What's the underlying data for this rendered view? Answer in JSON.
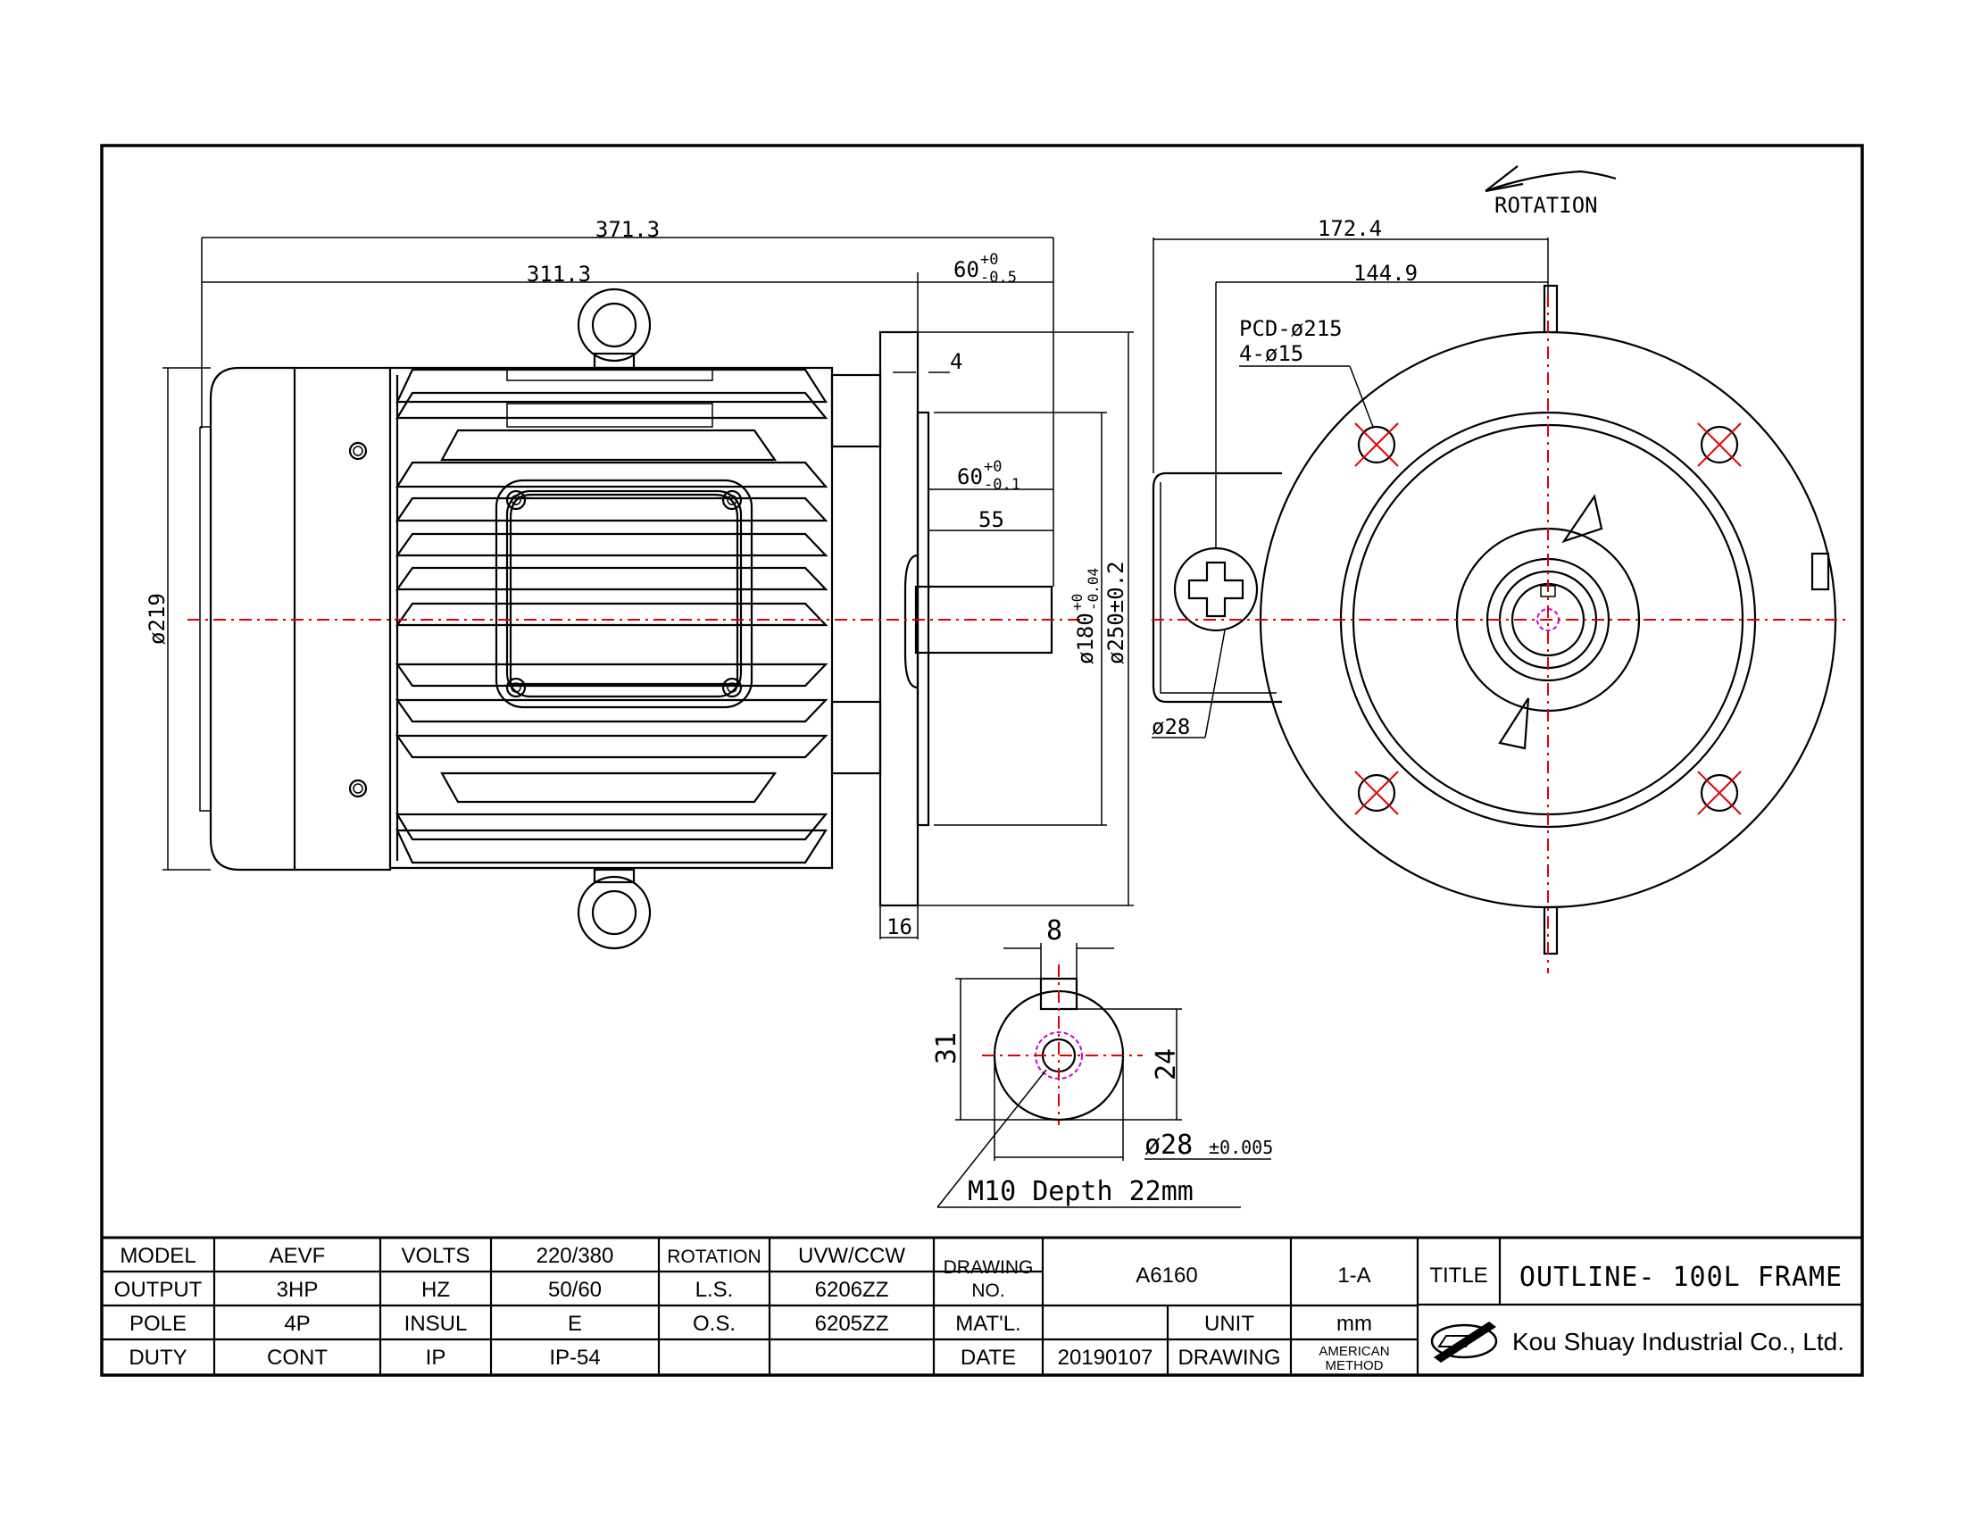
{
  "dimensions": {
    "overall_length": "371.3",
    "body_length": "311.3",
    "shaft_length_top": "60",
    "shaft_tol_top_plus": "+0",
    "shaft_tol_top_minus": "-0.5",
    "flange_thickness_small": "4",
    "shaft_length_mid": "60",
    "shaft_tol_mid_plus": "+0",
    "shaft_tol_mid_minus": "-0.1",
    "key_length": "55",
    "body_diameter": "ø219",
    "spigot_diameter": "ø180",
    "spigot_tol_plus": "+0",
    "spigot_tol_minus": "-0.04",
    "flange_diameter": "ø250±0.2",
    "flange_thickness": "16",
    "side_width": "172.4",
    "side_inner_width": "144.9",
    "pcd": "PCD-ø215",
    "holes": "4-ø15",
    "conduit_diameter": "ø28",
    "rotation_label": "ROTATION",
    "key_width": "8",
    "shaft_height": "31",
    "key_depth": "24",
    "shaft_diameter": "ø28",
    "shaft_diameter_tol": "±0.005",
    "tapped_hole": "M10 Depth 22mm"
  },
  "title_block": {
    "model_label": "MODEL",
    "model_value": "AEVF",
    "output_label": "OUTPUT",
    "output_value": "3HP",
    "pole_label": "POLE",
    "pole_value": "4P",
    "duty_label": "DUTY",
    "duty_value": "CONT",
    "volts_label": "VOLTS",
    "volts_value": "220/380",
    "hz_label": "HZ",
    "hz_value": "50/60",
    "insul_label": "INSUL",
    "insul_value": "E",
    "ip_label": "IP",
    "ip_value": "IP-54",
    "rotation_label": "ROTATION",
    "rotation_value": "UVW/CCW",
    "ls_label": "L.S.",
    "ls_value": "6206ZZ",
    "os_label": "O.S.",
    "os_value": "6205ZZ",
    "drawing_no_label_1": "DRAWING",
    "drawing_no_label_2": "NO.",
    "drawing_no_value": "A6160",
    "revision": "1-A",
    "title_label": "TITLE",
    "title_value": "OUTLINE- 100L FRAME",
    "matl_label": "MAT'L.",
    "unit_label": "UNIT",
    "unit_value": "mm",
    "date_label": "DATE",
    "date_value": "20190107",
    "drawing_label": "DRAWING",
    "method_1": "AMERICAN",
    "method_2": "METHOD",
    "company": "Kou Shuay Industrial Co., Ltd."
  }
}
